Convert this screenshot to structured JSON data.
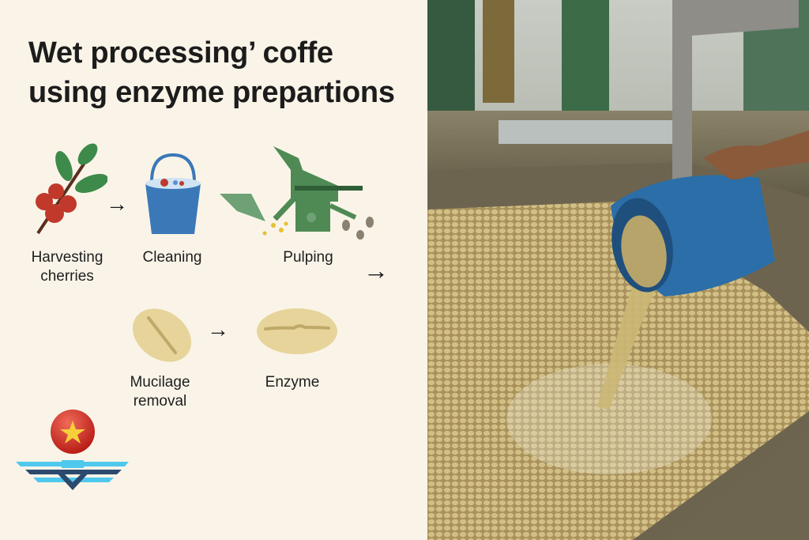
{
  "title": {
    "line1": "Wet processing’ coffe",
    "line2": "using enzyme prepartions"
  },
  "steps": [
    {
      "label_line1": "Harvesting",
      "label_line2": "cherries",
      "icon": "coffee-cherry-branch-icon"
    },
    {
      "label_line1": "Cleaning",
      "icon": "water-bucket-icon"
    },
    {
      "label_line1": "Pulping",
      "icon": "pulping-machine-icon"
    },
    {
      "label_line1": "Mucilage",
      "label_line2": "removal",
      "icon": "coffee-bean-icon"
    },
    {
      "label_line1": "Enzyme",
      "icon": "flat-coffee-bean-icon"
    }
  ],
  "arrow_glyph": "→",
  "colors": {
    "background": "#faf4e8",
    "leaf": "#3e8a4a",
    "cherry": "#c0392b",
    "bucket": "#3a78b8",
    "machine": "#4f8a55",
    "bean": "#e6d49a"
  }
}
